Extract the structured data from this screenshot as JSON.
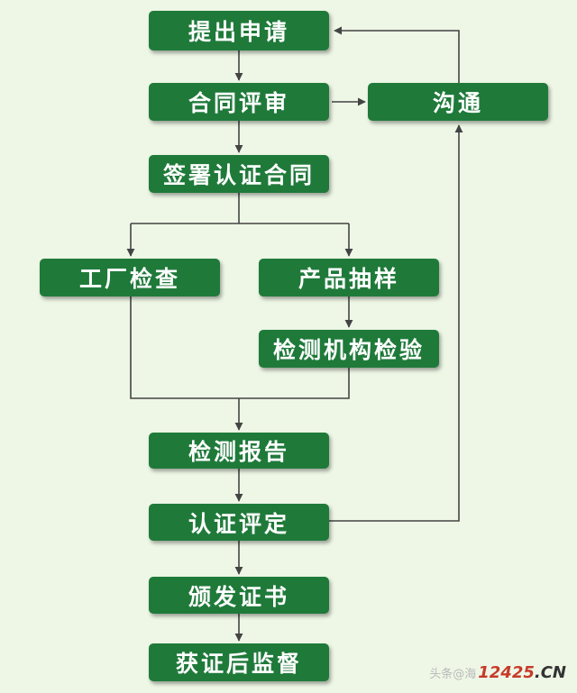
{
  "nodes": {
    "apply": "提出申请",
    "contract_review": "合同评审",
    "communicate": "沟通",
    "sign_contract": "签署认证合同",
    "factory_inspection": "工厂检查",
    "product_sampling": "产品抽样",
    "lab_testing": "检测机构检验",
    "test_report": "检测报告",
    "certification_decision": "认证评定",
    "issue_certificate": "颁发证书",
    "post_surveillance": "获证后监督"
  },
  "watermark": {
    "prefix": "头条@海",
    "number": "12425",
    "dot": ".",
    "suffix": "CN"
  },
  "colors": {
    "background": "#eef7e6",
    "node_fill": "#1f7a3a",
    "node_text": "#ffffff",
    "connector": "#444444"
  }
}
